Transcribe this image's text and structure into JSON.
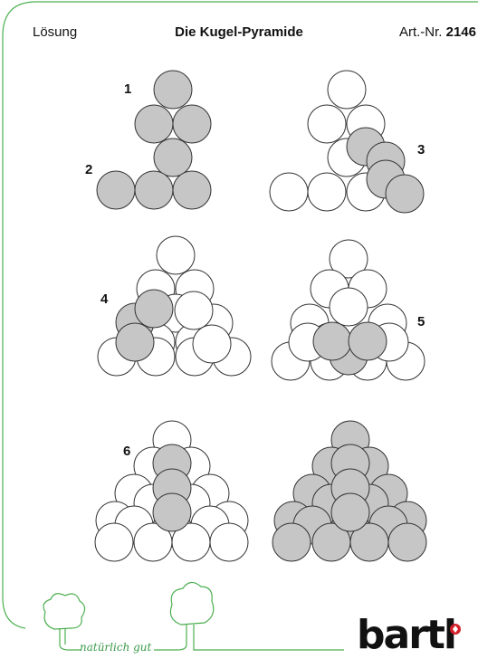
{
  "header": {
    "left": "Lösung",
    "title": "Die Kugel-Pyramide",
    "art_prefix": "Art.-Nr.",
    "art_number": "2146"
  },
  "step_labels": [
    "1",
    "2",
    "3",
    "4",
    "5",
    "6"
  ],
  "footer": {
    "slogan": "natürlich gut",
    "brand": "bartl"
  },
  "colors": {
    "frame": "#4caf50",
    "ball_gray": "#c6c6c6",
    "ball_white": "#ffffff",
    "outline": "#333333",
    "brand_red": "#d4202a"
  }
}
